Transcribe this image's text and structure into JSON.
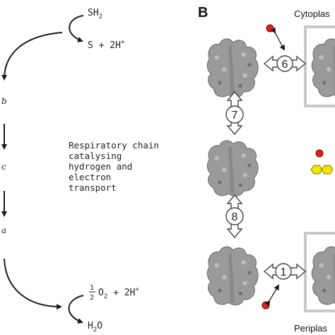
{
  "panel_a": {
    "top_reactant": "SH",
    "top_reactant_sub": "2",
    "top_product": "S + 2H",
    "top_product_sup": "+",
    "cytochromes": [
      "b",
      "c",
      "a"
    ],
    "chain_label_lines": [
      "Respiratory chain",
      "catalysing",
      "hydrogen and",
      "electron",
      "transport"
    ],
    "bottom_frac_num": "1",
    "bottom_frac_den": "2",
    "bottom_reactant": "O",
    "bottom_reactant_sub": "2",
    "bottom_reactant_extra": " + 2H",
    "bottom_reactant_sup": "+",
    "bottom_product": "H",
    "bottom_product_sub": "2",
    "bottom_product_tail": "O"
  },
  "panel_b": {
    "label": "B",
    "top_right_label": "Cytoplas",
    "bottom_right_label": "Periplas",
    "step_numbers": [
      "6",
      "7",
      "8",
      "1"
    ]
  },
  "colors": {
    "red_ball": "#e02020",
    "yellow_hexagon": "#f2e200",
    "protein_gray": "#9a9a9a",
    "frame_gray": "#c8c8c8"
  }
}
